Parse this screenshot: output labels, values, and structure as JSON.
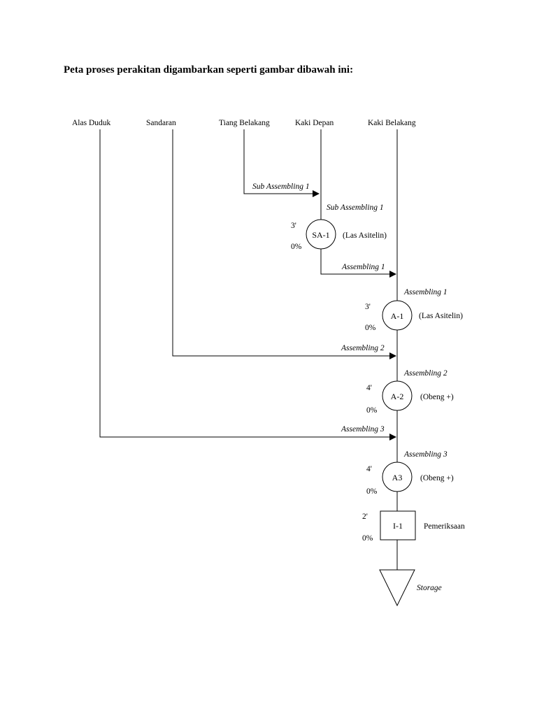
{
  "heading": "Peta proses perakitan digambarkan seperti gambar dibawah ini:",
  "components": {
    "alas_duduk": "Alas Duduk",
    "sandaran": "Sandaran",
    "tiang_belakang": "Tiang Belakang",
    "kaki_depan": "Kaki Depan",
    "kaki_belakang": "Kaki Belakang"
  },
  "arrows": {
    "sub_assembling_1_in": "Sub Assembling 1",
    "assembling_1_in": "Assembling 1",
    "assembling_2_in": "Assembling 2",
    "assembling_3_in": "Assembling 3"
  },
  "operations": {
    "sa1": {
      "title": "Sub Assembling 1",
      "code": "SA-1",
      "time": "3'",
      "pct": "0%",
      "tool": "(Las Asitelin)"
    },
    "a1": {
      "title": "Assembling 1",
      "code": "A-1",
      "time": "3'",
      "pct": "0%",
      "tool": "(Las Asitelin)"
    },
    "a2": {
      "title": "Assembling 2",
      "code": "A-2",
      "time": "4'",
      "pct": "0%",
      "tool": "(Obeng +)"
    },
    "a3": {
      "title": "Assembling 3",
      "code": "A3",
      "time": "4'",
      "pct": "0%",
      "tool": "(Obeng +)"
    }
  },
  "inspection": {
    "code": "I-1",
    "time": "2'",
    "pct": "0%",
    "label": "Pemeriksaan"
  },
  "storage": {
    "label": "Storage"
  }
}
